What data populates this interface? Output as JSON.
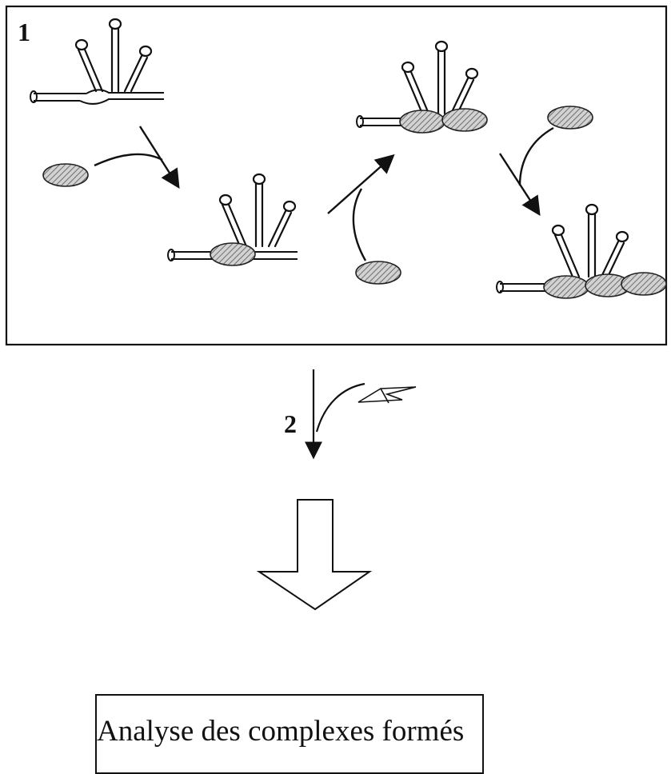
{
  "steps": {
    "step1_label": "1",
    "step2_label": "2"
  },
  "result": {
    "label": "Analyse des complexes formés"
  },
  "colors": {
    "line": "#111111",
    "protein_fill": "#c9c9c9",
    "background": "#ffffff"
  }
}
